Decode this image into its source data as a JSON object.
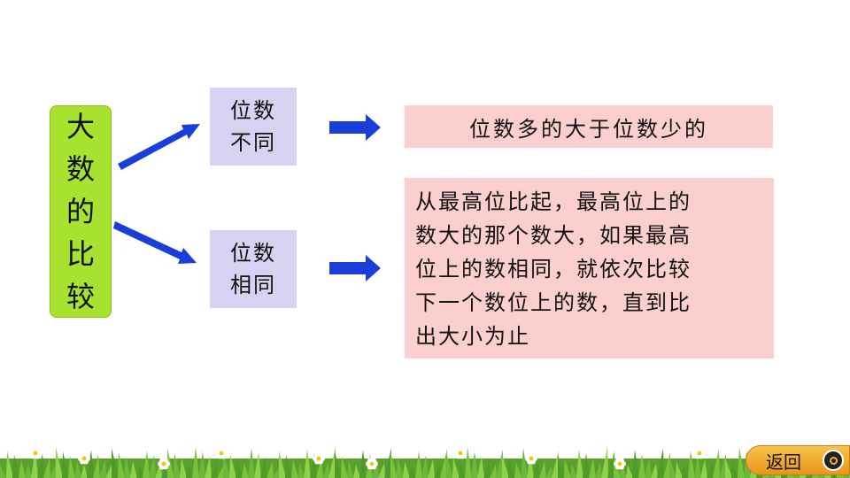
{
  "root": {
    "chars": [
      "大",
      "数",
      "的",
      "比",
      "较"
    ]
  },
  "branches": [
    {
      "category": [
        "位数",
        "不同"
      ],
      "result_lines": [
        "位数多的大于位数少的"
      ]
    },
    {
      "category": [
        "位数",
        "相同"
      ],
      "result_lines": [
        "从最高位比起，最高位上的",
        "数大的那个数大，如果最高",
        "位上的数相同，就依次比较",
        "下一个数位上的数，直到比",
        "出大小为止"
      ]
    }
  ],
  "nav": {
    "back_label": "返回"
  },
  "colors": {
    "root_fill": "#a6e22e",
    "category_fill": "#d6d3f2",
    "result_fill": "#fccfcf",
    "arrow": "#1a3fd6"
  }
}
